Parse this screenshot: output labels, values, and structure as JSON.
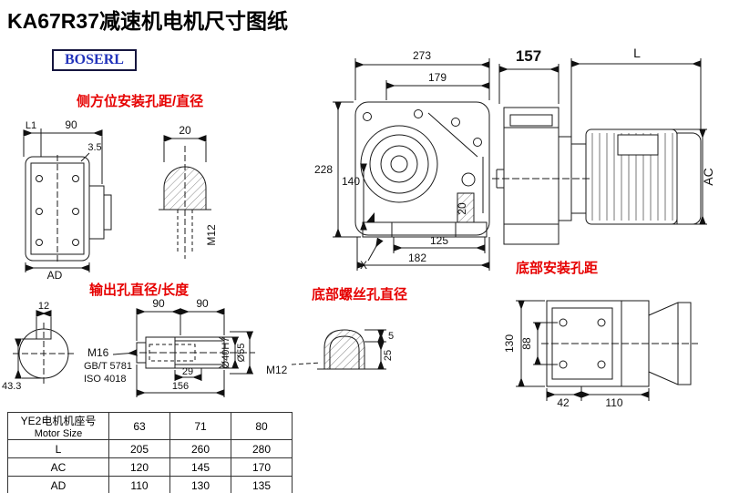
{
  "title": "KA67R37减速机电机尺寸图纸",
  "logo": "BOSERL",
  "labels": {
    "side_mount": "侧方位安装孔距/直径",
    "output_hole": "输出孔直径/长度",
    "bottom_screw": "底部螺丝孔直径",
    "bottom_mount": "底部安装孔距"
  },
  "dims": {
    "side": {
      "l1": "L1",
      "n90": "90",
      "n35": "3.5",
      "ad": "AD"
    },
    "plug": {
      "n20": "20",
      "m12": "M12"
    },
    "main": {
      "n273": "273",
      "n179": "179",
      "n228": "228",
      "n140": "140",
      "n20": "20",
      "n125": "125",
      "n182": "182",
      "x": "X"
    },
    "motor": {
      "n157": "157",
      "l": "L",
      "ac": "AC"
    },
    "shaft_end": {
      "n12": "12",
      "n433": "43.3"
    },
    "shaft": {
      "n90a": "90",
      "n90b": "90",
      "m16": "M16",
      "gbt": "GB/T 5781",
      "iso": "ISO 4018",
      "n29": "29",
      "n156": "156",
      "d40": "Ø40H7",
      "d55": "Ø55"
    },
    "screw": {
      "m12": "M12",
      "n5": "5",
      "n25": "25"
    },
    "mount": {
      "n130": "130",
      "n88": "88",
      "n42": "42",
      "n110": "110"
    }
  },
  "table": {
    "header_label_cn": "YE2电机机座号",
    "header_label_en": "Motor Size",
    "header_cols": [
      "63",
      "71",
      "80"
    ],
    "rows": [
      {
        "label": "L",
        "values": [
          "205",
          "260",
          "280"
        ]
      },
      {
        "label": "AC",
        "values": [
          "120",
          "145",
          "170"
        ]
      },
      {
        "label": "AD",
        "values": [
          "110",
          "130",
          "135"
        ]
      }
    ]
  },
  "colors": {
    "accent_red": "#e60000",
    "logo_blue": "#2233bb",
    "line": "#1a1a1a"
  }
}
